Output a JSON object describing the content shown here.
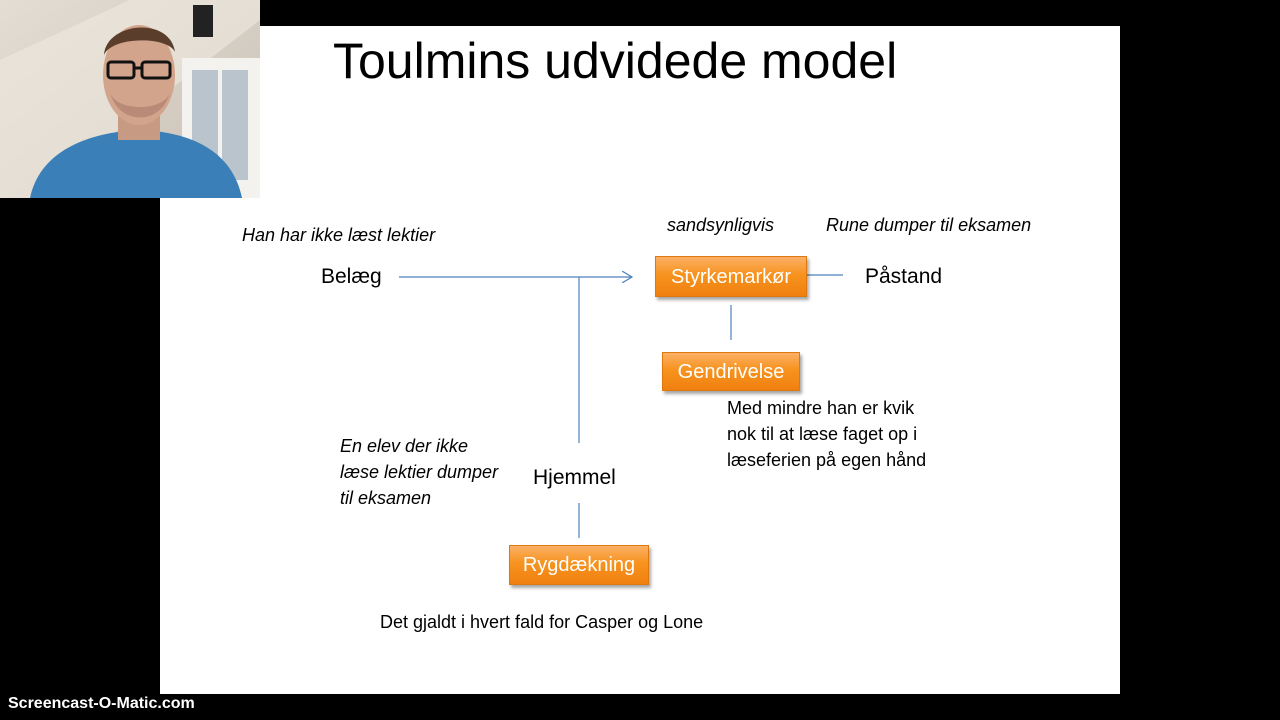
{
  "slide": {
    "title": "Toulmins udvidede model"
  },
  "diagram": {
    "nodes": {
      "belaeg": "Belæg",
      "paastand": "Påstand",
      "hjemmel": "Hjemmel",
      "styrkemarkoer": "Styrkemarkør",
      "gendrivelse": "Gendrivelse",
      "rygdaekning": "Rygdækning"
    },
    "annotations": {
      "belaeg_example": "Han har ikke læst lektier",
      "styrkemarkoer_example": "sandsynligvis",
      "paastand_example": "Rune dumper til eksamen",
      "hjemmel_example": [
        "En elev der ikke",
        "læse lektier dumper",
        "til eksamen"
      ],
      "gendrivelse_example": [
        "Med mindre han er kvik",
        "nok til at læse faget op i",
        "læseferien på egen hånd"
      ],
      "rygdaekning_example": "Det gjaldt i hvert fald for Casper og Lone"
    },
    "colors": {
      "box_fill": "#f7931e",
      "box_text": "#ffffff",
      "connector": "#4f81bd"
    }
  },
  "overlay": {
    "watermark": "Screencast-O-Matic.com"
  }
}
